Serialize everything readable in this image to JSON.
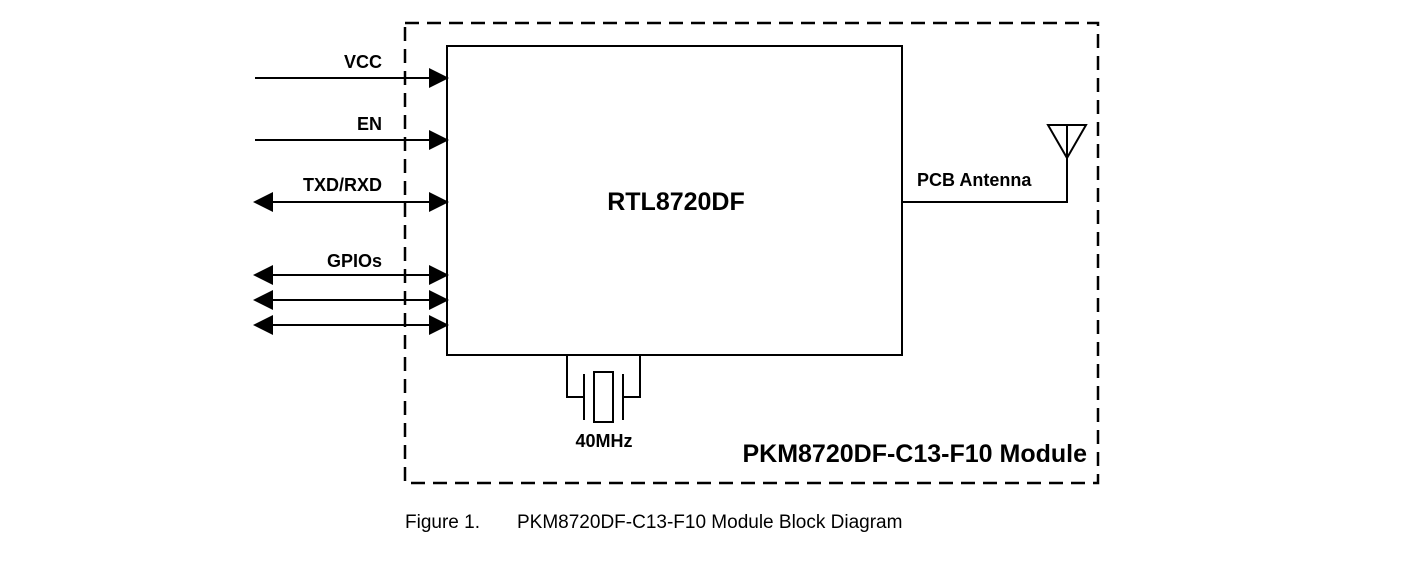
{
  "diagram": {
    "chip_name": "RTL8720DF",
    "module_name": "PKM8720DF-C13-F10 Module",
    "antenna_label": "PCB Antenna",
    "crystal_label": "40MHz",
    "signals": {
      "vcc": "VCC",
      "en": "EN",
      "txd_rxd": "TXD/RXD",
      "gpios": "GPIOs"
    }
  },
  "caption": {
    "figure_number": "Figure 1.",
    "title": "PKM8720DF-C13-F10 Module Block Diagram"
  }
}
